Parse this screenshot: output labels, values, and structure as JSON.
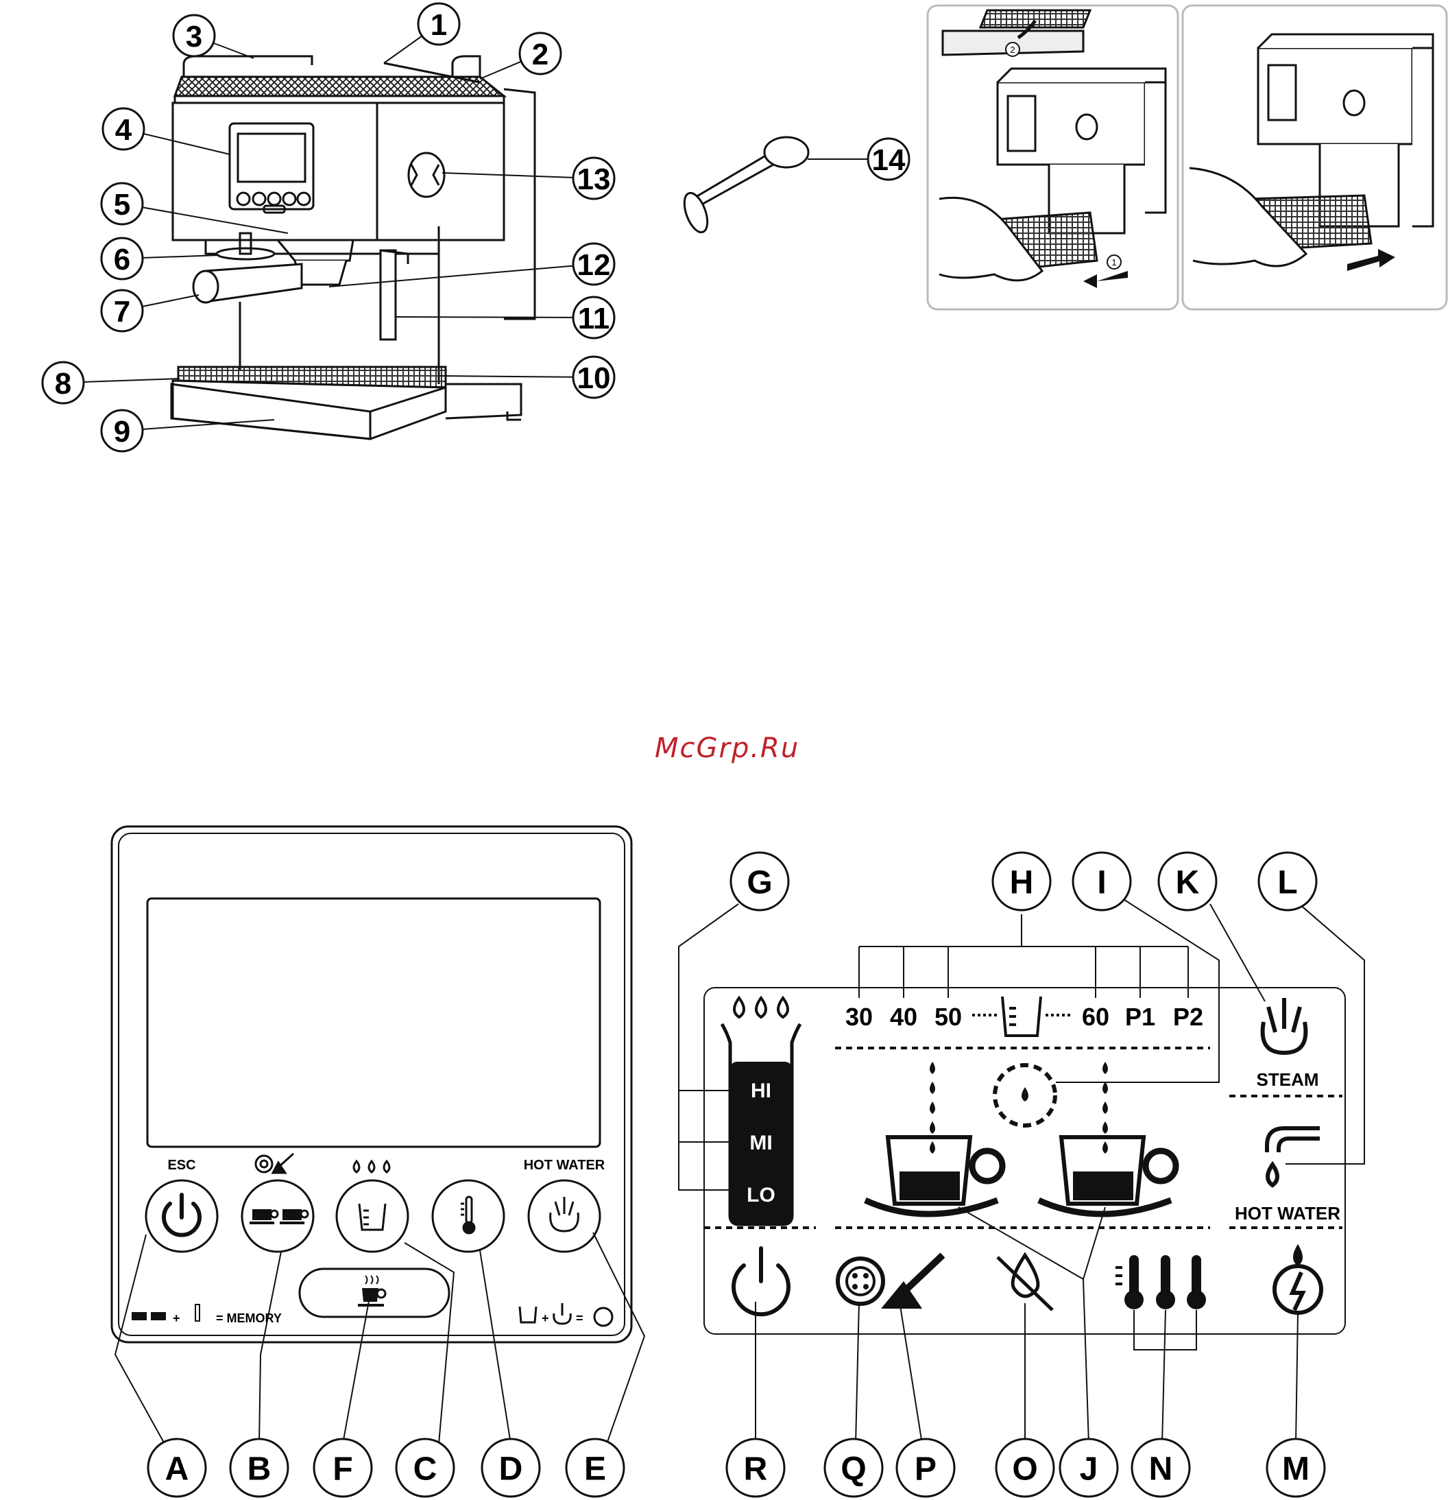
{
  "watermark": {
    "text": "McGrp.Ru",
    "color": "#c0202a"
  },
  "machine_callouts": [
    "1",
    "2",
    "3",
    "4",
    "5",
    "6",
    "7",
    "8",
    "9",
    "10",
    "11",
    "12",
    "13",
    "14"
  ],
  "keypad": {
    "esc_label": "ESC",
    "hot_water_label": "HOT WATER",
    "memory_label": "= MEMORY",
    "plus": "+",
    "equals": "="
  },
  "keypad_callouts": [
    "A",
    "B",
    "F",
    "C",
    "D",
    "E"
  ],
  "display": {
    "level_labels": [
      "HI",
      "MI",
      "LO"
    ],
    "volume_labels": [
      "30",
      "40",
      "50",
      "60",
      "P1",
      "P2"
    ],
    "steam_label": "STEAM",
    "hot_water_label": "HOT WATER"
  },
  "display_callouts_top": [
    "G",
    "H",
    "I",
    "K",
    "L"
  ],
  "display_callouts_bottom": [
    "R",
    "Q",
    "P",
    "O",
    "J",
    "N",
    "M"
  ],
  "icons": [
    "drops-icon",
    "power-icon",
    "double-cup-icon",
    "measure-cup-icon",
    "thermometer-icon",
    "steam-icon",
    "coffee-cup-icon",
    "descale-icon",
    "no-water-icon",
    "hot-water-tap-icon",
    "clean-icon"
  ]
}
